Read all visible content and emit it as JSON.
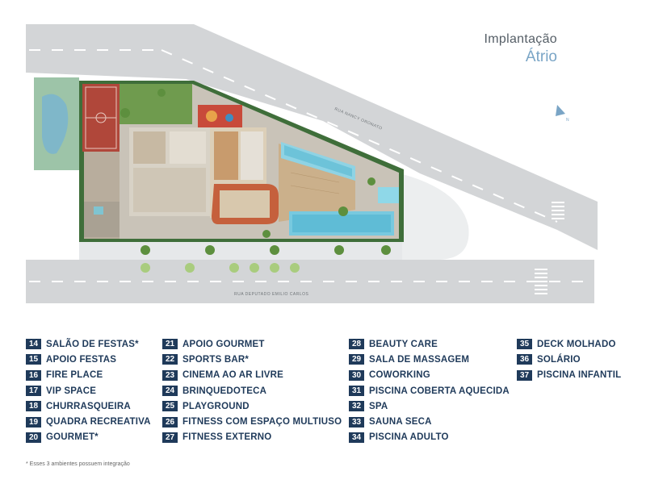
{
  "header": {
    "title_line1": "Implantação",
    "title_line2": "Átrio"
  },
  "map": {
    "street_top": "RUA NANCY ORONATO",
    "street_bottom": "RUA DEPUTADO EMILIO CARLOS"
  },
  "legend": {
    "columns": [
      [
        {
          "num": "14",
          "label": "SALÃO DE FESTAS*"
        },
        {
          "num": "15",
          "label": "APOIO FESTAS"
        },
        {
          "num": "16",
          "label": "FIRE PLACE"
        },
        {
          "num": "17",
          "label": "VIP SPACE"
        },
        {
          "num": "18",
          "label": "CHURRASQUEIRA"
        },
        {
          "num": "19",
          "label": "QUADRA RECREATIVA"
        },
        {
          "num": "20",
          "label": "GOURMET*"
        }
      ],
      [
        {
          "num": "21",
          "label": "APOIO GOURMET"
        },
        {
          "num": "22",
          "label": "SPORTS BAR*"
        },
        {
          "num": "23",
          "label": "CINEMA AO AR LIVRE"
        },
        {
          "num": "24",
          "label": "BRINQUEDOTECA"
        },
        {
          "num": "25",
          "label": "PLAYGROUND"
        },
        {
          "num": "26",
          "label": "FITNESS COM ESPAÇO MULTIUSO"
        },
        {
          "num": "27",
          "label": "FITNESS EXTERNO"
        }
      ],
      [
        {
          "num": "28",
          "label": "BEAUTY CARE"
        },
        {
          "num": "29",
          "label": "SALA DE MASSAGEM"
        },
        {
          "num": "30",
          "label": "COWORKING"
        },
        {
          "num": "31",
          "label": "PISCINA COBERTA AQUECIDA"
        },
        {
          "num": "32",
          "label": "SPA"
        },
        {
          "num": "33",
          "label": "SAUNA SECA"
        },
        {
          "num": "34",
          "label": "PISCINA ADULTO"
        }
      ],
      [
        {
          "num": "35",
          "label": "DECK MOLHADO"
        },
        {
          "num": "36",
          "label": "SOLÁRIO"
        },
        {
          "num": "37",
          "label": "PISCINA INFANTIL"
        }
      ]
    ]
  },
  "footnote": "* Esses 3 ambientes possuem integração",
  "colors": {
    "navy": "#1f3a5a",
    "accent": "#7aa5c6",
    "road": "#d2d4d6"
  }
}
